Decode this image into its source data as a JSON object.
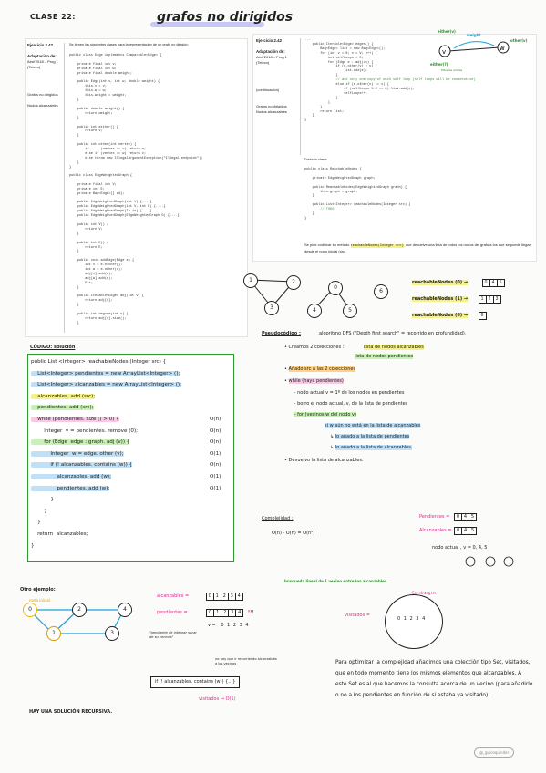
{
  "header": {
    "clase": "CLASE 22:",
    "title": "grafos no dirigidos"
  },
  "ex1": {
    "label": "Ejercicio 2.42",
    "adapt": "Adaptación de:",
    "source": "Abril'2018 – Prog 1",
    "source2": "(Teleco)",
    "tags": [
      "Grafos no dirigidos",
      "Nodos alcanzables"
    ],
    "intro": "Se tienen las siguientes clases para la representación de un grafo no dirigido:",
    "code_edge": [
      "public class Edge implements Comparable<Edge> {",
      "",
      "    private final int v;",
      "    private final int w;",
      "    private final double weight;",
      "",
      "    public Edge(int v, int w, double weight) {",
      "        this.v = v;",
      "        this.w = w;",
      "        this.weight = weight;",
      "    }",
      "",
      "    public double weight() {",
      "        return weight;",
      "    }",
      "",
      "    public int either() {",
      "        return v;",
      "    }",
      "",
      "    public int other(int vertex) {",
      "        if      (vertex == v) return w;",
      "        else if (vertex == w) return v;",
      "        else throw new IllegalArgumentException(\"Illegal endpoint\");",
      "    }",
      "}"
    ],
    "code_graph": [
      "public class EdgeWeightedGraph {",
      "",
      "    private final int V;",
      "    private int E;",
      "    private Bag<Edge>[] adj;",
      "",
      "    public EdgeWeightedGraph(int V) {....}",
      "    public EdgeWeightedGraph(int V, int E) {....}",
      "    public EdgeWeightedGraph(In in) {....}",
      "    public EdgeWeightedGraph(EdgeWeightedGraph G) {....}",
      "",
      "    public int V() {",
      "        return V;",
      "    }",
      "",
      "    public int E() {",
      "        return E;",
      "    }",
      "",
      "    public void addEdge(Edge e) {",
      "        int v = e.either();",
      "        int w = e.other(v);",
      "        adj[v].add(e);",
      "        adj[w].add(e);",
      "        E++;",
      "    }",
      "",
      "    public Iterable<Edge> adj(int v) {",
      "        return adj[v];",
      "    }",
      "",
      "    public int degree(int v) {",
      "        return adj[v].size();",
      "    }"
    ]
  },
  "ex2": {
    "label": "Ejercicio 2.42",
    "adapt": "Adaptación de:",
    "source": "Abril'2018 – Prog 1",
    "source2": "(Teleco)",
    "cont": "(continuación)",
    "tags": [
      "Grafos no dirigidos",
      "Nodos alcanzables"
    ],
    "code_edges": [
      "...",
      "    public Iterable<Edge> edges() {",
      "        Bag<Edge> list = new Bag<Edge>();",
      "        for (int v = 0; v < V; v++) {",
      "            int selfLoops = 0;",
      "            for (Edge e : adj(v)) {",
      "                if (e.other(v) > v) {",
      "                    list.add(e);",
      "                }",
      "                // add only one copy of each self loop (self loops will be consecutive)",
      "                else if (e.other(v) == v) {",
      "                    if (selfLoops % 2 == 0) list.add(e);",
      "                    selfLoops++;",
      "                }",
      "            }",
      "        }",
      "        return list;",
      "    }",
      "}"
    ],
    "dada": "Dada la clase:",
    "code_reach": [
      "public class ReachableNodes {",
      "",
      "    private EdgeWeightedGraph graph;",
      "",
      "    public ReachableNodes(EdgeWeightedGraph graph) {",
      "        this.graph = graph;",
      "    }",
      "",
      "    public List<Integer> reachableNodes(Integer src) {",
      "        // TODO",
      "    }",
      "}"
    ],
    "task_pre": "Se pide codificar su método",
    "task_method": "reachableNodes(Integer src)",
    "task_post": ", que devuelve una lista de todos los nodos del grafo a los que se puede llegar desde el nodo inicial (src)."
  },
  "top_diagram": {
    "either": "either(v)",
    "other": "other(v)",
    "weight": "weight",
    "either_bottom": "either(?)",
    "either_sub": "filtra las aristas"
  },
  "examples": {
    "g1_nodes": [
      "1",
      "2",
      "3"
    ],
    "g2_nodes": [
      "0",
      "4",
      "5"
    ],
    "g3_node": "6",
    "rows": [
      {
        "label": "reachableNodes (0) →",
        "cells": [
          "0",
          "4",
          "5"
        ]
      },
      {
        "label": "reachableNodes (1) →",
        "cells": [
          "1",
          "2",
          "3"
        ]
      },
      {
        "label": "reachableNodes (6) →",
        "cells": [
          "6"
        ]
      }
    ]
  },
  "codigo": {
    "title": "CÓDIGO: solución",
    "lines": [
      {
        "text": "public List <Integer> reachableNodes (Integer src) {",
        "cost": "",
        "hl": ""
      },
      {
        "text": "    List<Integer> pendientes = new ArrayList<Integer> ();",
        "cost": "",
        "hl": "blue"
      },
      {
        "text": "    List<Integer> alcanzables = new ArrayList<Integer> ();",
        "cost": "",
        "hl": "blue"
      },
      {
        "text": "    alcanzables. add (src);",
        "cost": "",
        "hl": "yellow"
      },
      {
        "text": "    pendientes. add (src);",
        "cost": "",
        "hl": "green"
      },
      {
        "text": "    while (pendientes. size () > 0) {",
        "cost": "O(n)",
        "hl": "pink"
      },
      {
        "text": "        Integer  v = pendientes. remove (0);",
        "cost": "O(n)",
        "hl": ""
      },
      {
        "text": "        for (Edge  edge : graph. adj (v)) {",
        "cost": "O(n)",
        "hl": "green"
      },
      {
        "text": "            Integer  w = edge. other (v);",
        "cost": "O(1)",
        "hl": "blue"
      },
      {
        "text": "            if (! alcanzables. contains (w)) {",
        "cost": "O(n)",
        "hl": "blue"
      },
      {
        "text": "                alcanzables. add (w);",
        "cost": "O(1)",
        "hl": "blue"
      },
      {
        "text": "                pendientes. add (w);",
        "cost": "O(1)",
        "hl": "blue"
      },
      {
        "text": "            }",
        "cost": "",
        "hl": ""
      },
      {
        "text": "        }",
        "cost": "",
        "hl": ""
      },
      {
        "text": "    }",
        "cost": "",
        "hl": ""
      },
      {
        "text": "    return  alcanzables;",
        "cost": "",
        "hl": ""
      },
      {
        "text": "}",
        "cost": "",
        "hl": ""
      }
    ]
  },
  "pseudo": {
    "title": "Pseudocódigo :",
    "desc": "algoritmo DFS (\"Depth first search\" = recorrido en profundidad).",
    "bullets": [
      "Creamos 2 colecciones :",
      "lista de nodos alcanzables",
      "lista de nodos pendientes",
      "Añado src a las 2 colecciones",
      "while (haya pendientes)",
      "– nodo actual v = 1º de los nodos en pendientes",
      "– borro el nodo actual, v, de la lista de pendientes",
      "– for (vecinos w del nodo v)",
      "si w aún no está en la lista de alcanzables",
      "lo añado a la lista de pendientes",
      "lo añado a la lista de alcanzables.",
      "Devuelvo la lista de alcanzables."
    ],
    "complejidad_label": "Complejidad :",
    "complejidad_value": "O(n) · O(n) = O(n²)",
    "pendientes_label": "Pendientes =",
    "pendientes_cells": [
      "0",
      "4",
      "5"
    ],
    "alcanzables_label": "Alcanzables =",
    "alcanzables_cells": [
      "0",
      "4",
      "5"
    ],
    "nodo_actual": "nodo actual , v = 0, 4, 5"
  },
  "bottom": {
    "otro": "Otro ejemplo:",
    "nodo_inicial": "nodo inicial",
    "nodes": [
      "0",
      "2",
      "4",
      "1",
      "3"
    ],
    "busqueda": "búsqueda lineal de 1 vecino entre los alcanzables.",
    "alcanzables_label": "alcanzables =",
    "alcanzables_cells": [
      "0",
      "1",
      "2",
      "3",
      "4"
    ],
    "pendientes_label": "pendientes =",
    "pendientes_cells": [
      "0",
      "1",
      "2",
      "3",
      "4"
    ],
    "bang": "!!!",
    "v_label": "v =",
    "v_values": "0  1  2  3  4",
    "pend_note": "\"pendiente de integrar sacar de su vecinos\"",
    "no_hay": "no hay que ir recorriendo alcanzables a los vecinos",
    "if_line": "if (! alcanzables. contains (w)) {...}",
    "visitados_o": "visitados → O(1)",
    "visitados_label": "visitados =",
    "set_label": "Set<Integer>",
    "set_values": "0  1  2  3  4",
    "paragraph": "Para optimizar la complejidad añadimos una colección tipo Set, visitados, que en todo momento tiene los mismos elementos que alcanzables. A este Set es al que hacemos la consulta acerca de un vecino (para añadirlo o no a los pendientes en función de si estaba ya visitado).",
    "recursiva": "HAY UNA SOLUCIÓN RECURSIVA.",
    "signature": "@_guicequinder"
  },
  "colors": {
    "title_underline": "#b8b8f0",
    "pink": "#e3278f",
    "yellow_hl": "#f4f08a",
    "blue_hl": "#bfe0f7",
    "green_hl": "#c9f0b5"
  }
}
